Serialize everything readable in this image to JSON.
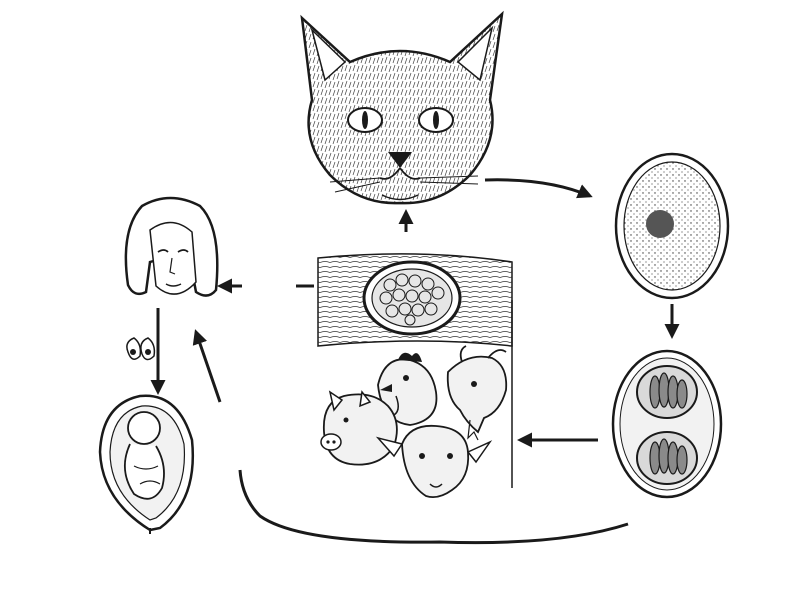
{
  "diagram": {
    "stages": [
      {
        "id": "cat",
        "icon": "cat-head-icon"
      },
      {
        "id": "unsporulated-oocyst",
        "icon": "unsporulated-oocyst-icon"
      },
      {
        "id": "sporulated-oocyst",
        "icon": "sporulated-oocyst-icon"
      },
      {
        "id": "tissue-cyst",
        "icon": "tissue-cyst-icon"
      },
      {
        "id": "intermediate-hosts",
        "icon": "livestock-hosts-icon"
      },
      {
        "id": "human",
        "icon": "woman-head-icon"
      },
      {
        "id": "tachyzoites",
        "icon": "tachyzoites-icon"
      },
      {
        "id": "fetus",
        "icon": "fetus-in-utero-icon"
      }
    ],
    "colors": {
      "ink": "#1a1a1a",
      "background": "#ffffff",
      "fill_light": "#f2f2f2",
      "fill_mid": "#d9d9d9"
    }
  }
}
